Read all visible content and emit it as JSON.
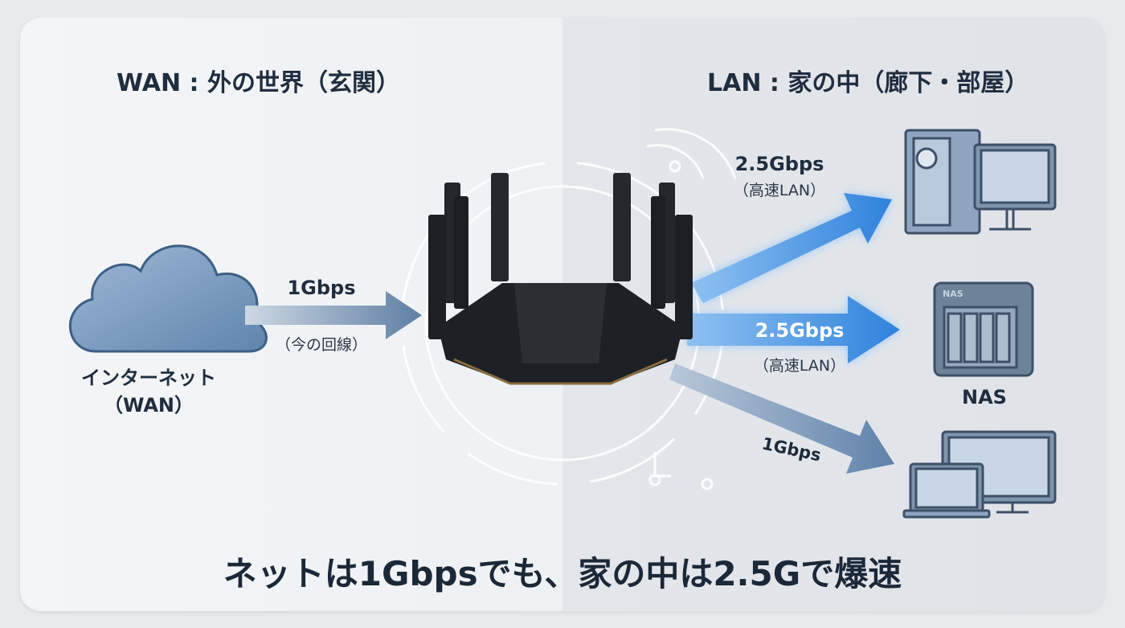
{
  "wan_heading": "WAN : 外の世界（玄関）",
  "lan_heading": "LAN : 家の中（廊下・部屋）",
  "internet": {
    "label": "インターネット",
    "sublabel": "（WAN）",
    "icon": "cloud-icon"
  },
  "wan_link": {
    "speed": "1Gbps",
    "note": "（今の回線）"
  },
  "router": {
    "icon": "wifi-router-icon"
  },
  "lan_links": [
    {
      "speed": "2.5Gbps",
      "note": "（高速LAN）",
      "target": "desktop-pc"
    },
    {
      "speed": "2.5Gbps",
      "note": "（高速LAN）",
      "target": "nas"
    },
    {
      "speed": "1Gbps",
      "note": "",
      "target": "laptop-monitor"
    }
  ],
  "nas": {
    "label": "NAS",
    "device_text": "NAS"
  },
  "footer": "ネットは1Gbpsでも、家の中は2.5Gで爆速",
  "colors": {
    "fast_arrow": "#3f8fe0",
    "slow_arrow": "#6f8fb3",
    "device": "#5b7089",
    "text": "#1f2d3f"
  }
}
